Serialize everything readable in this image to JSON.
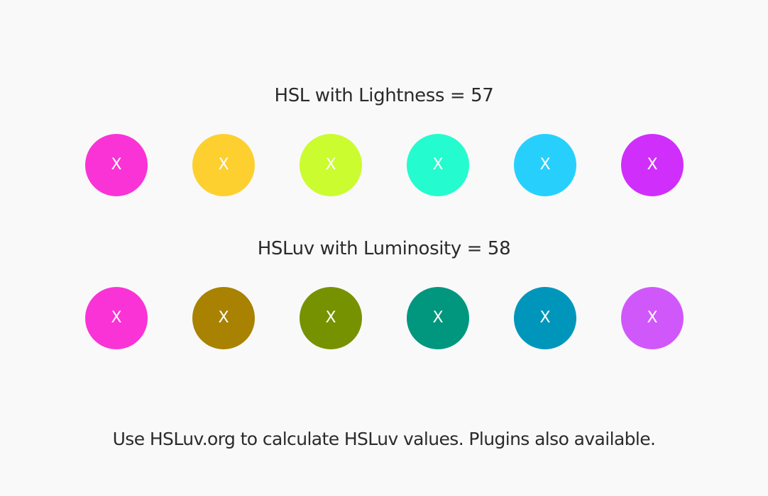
{
  "hsl_section": {
    "title": "HSL with Lightness = 57",
    "swatches": [
      {
        "color": "#fa33d6",
        "label": "X"
      },
      {
        "color": "#fdd02f",
        "label": "X"
      },
      {
        "color": "#cafc30",
        "label": "X"
      },
      {
        "color": "#24fbce",
        "label": "X"
      },
      {
        "color": "#27d0fc",
        "label": "X"
      },
      {
        "color": "#d02ffb",
        "label": "X"
      }
    ]
  },
  "hsluv_section": {
    "title": "HSLuv with Luminosity = 58",
    "swatches": [
      {
        "color": "#fa33d6",
        "label": "X"
      },
      {
        "color": "#a88200",
        "label": "X"
      },
      {
        "color": "#769200",
        "label": "X"
      },
      {
        "color": "#00977e",
        "label": "X"
      },
      {
        "color": "#0096bb",
        "label": "X"
      },
      {
        "color": "#d058fb",
        "label": "X"
      }
    ]
  },
  "footer": {
    "text": "Use HSLuv.org to calculate HSLuv values. Plugins also available."
  }
}
